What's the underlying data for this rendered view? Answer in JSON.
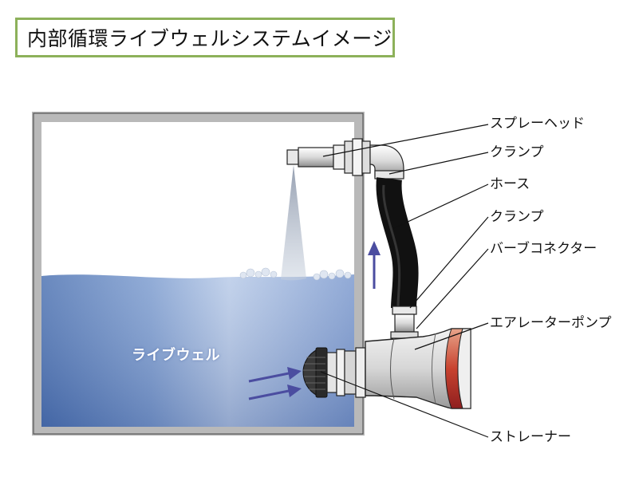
{
  "title": "内部循環ライブウェルシステムイメージ",
  "tank_label": "ライブウェル",
  "labels": {
    "spray_head": "スプレーヘッド",
    "clamp_top": "クランプ",
    "hose": "ホース",
    "clamp_bottom": "クランプ",
    "barb_connector": "バーブコネクター",
    "aerator_pump": "エアレーターポンプ",
    "strainer": "ストレーナー"
  },
  "colors": {
    "title_border": "#8db15a",
    "water": "#5b7fba",
    "arrow": "#4b4da0",
    "tank_wall": "#b9b9b9",
    "pump_red": "#b8343a"
  }
}
